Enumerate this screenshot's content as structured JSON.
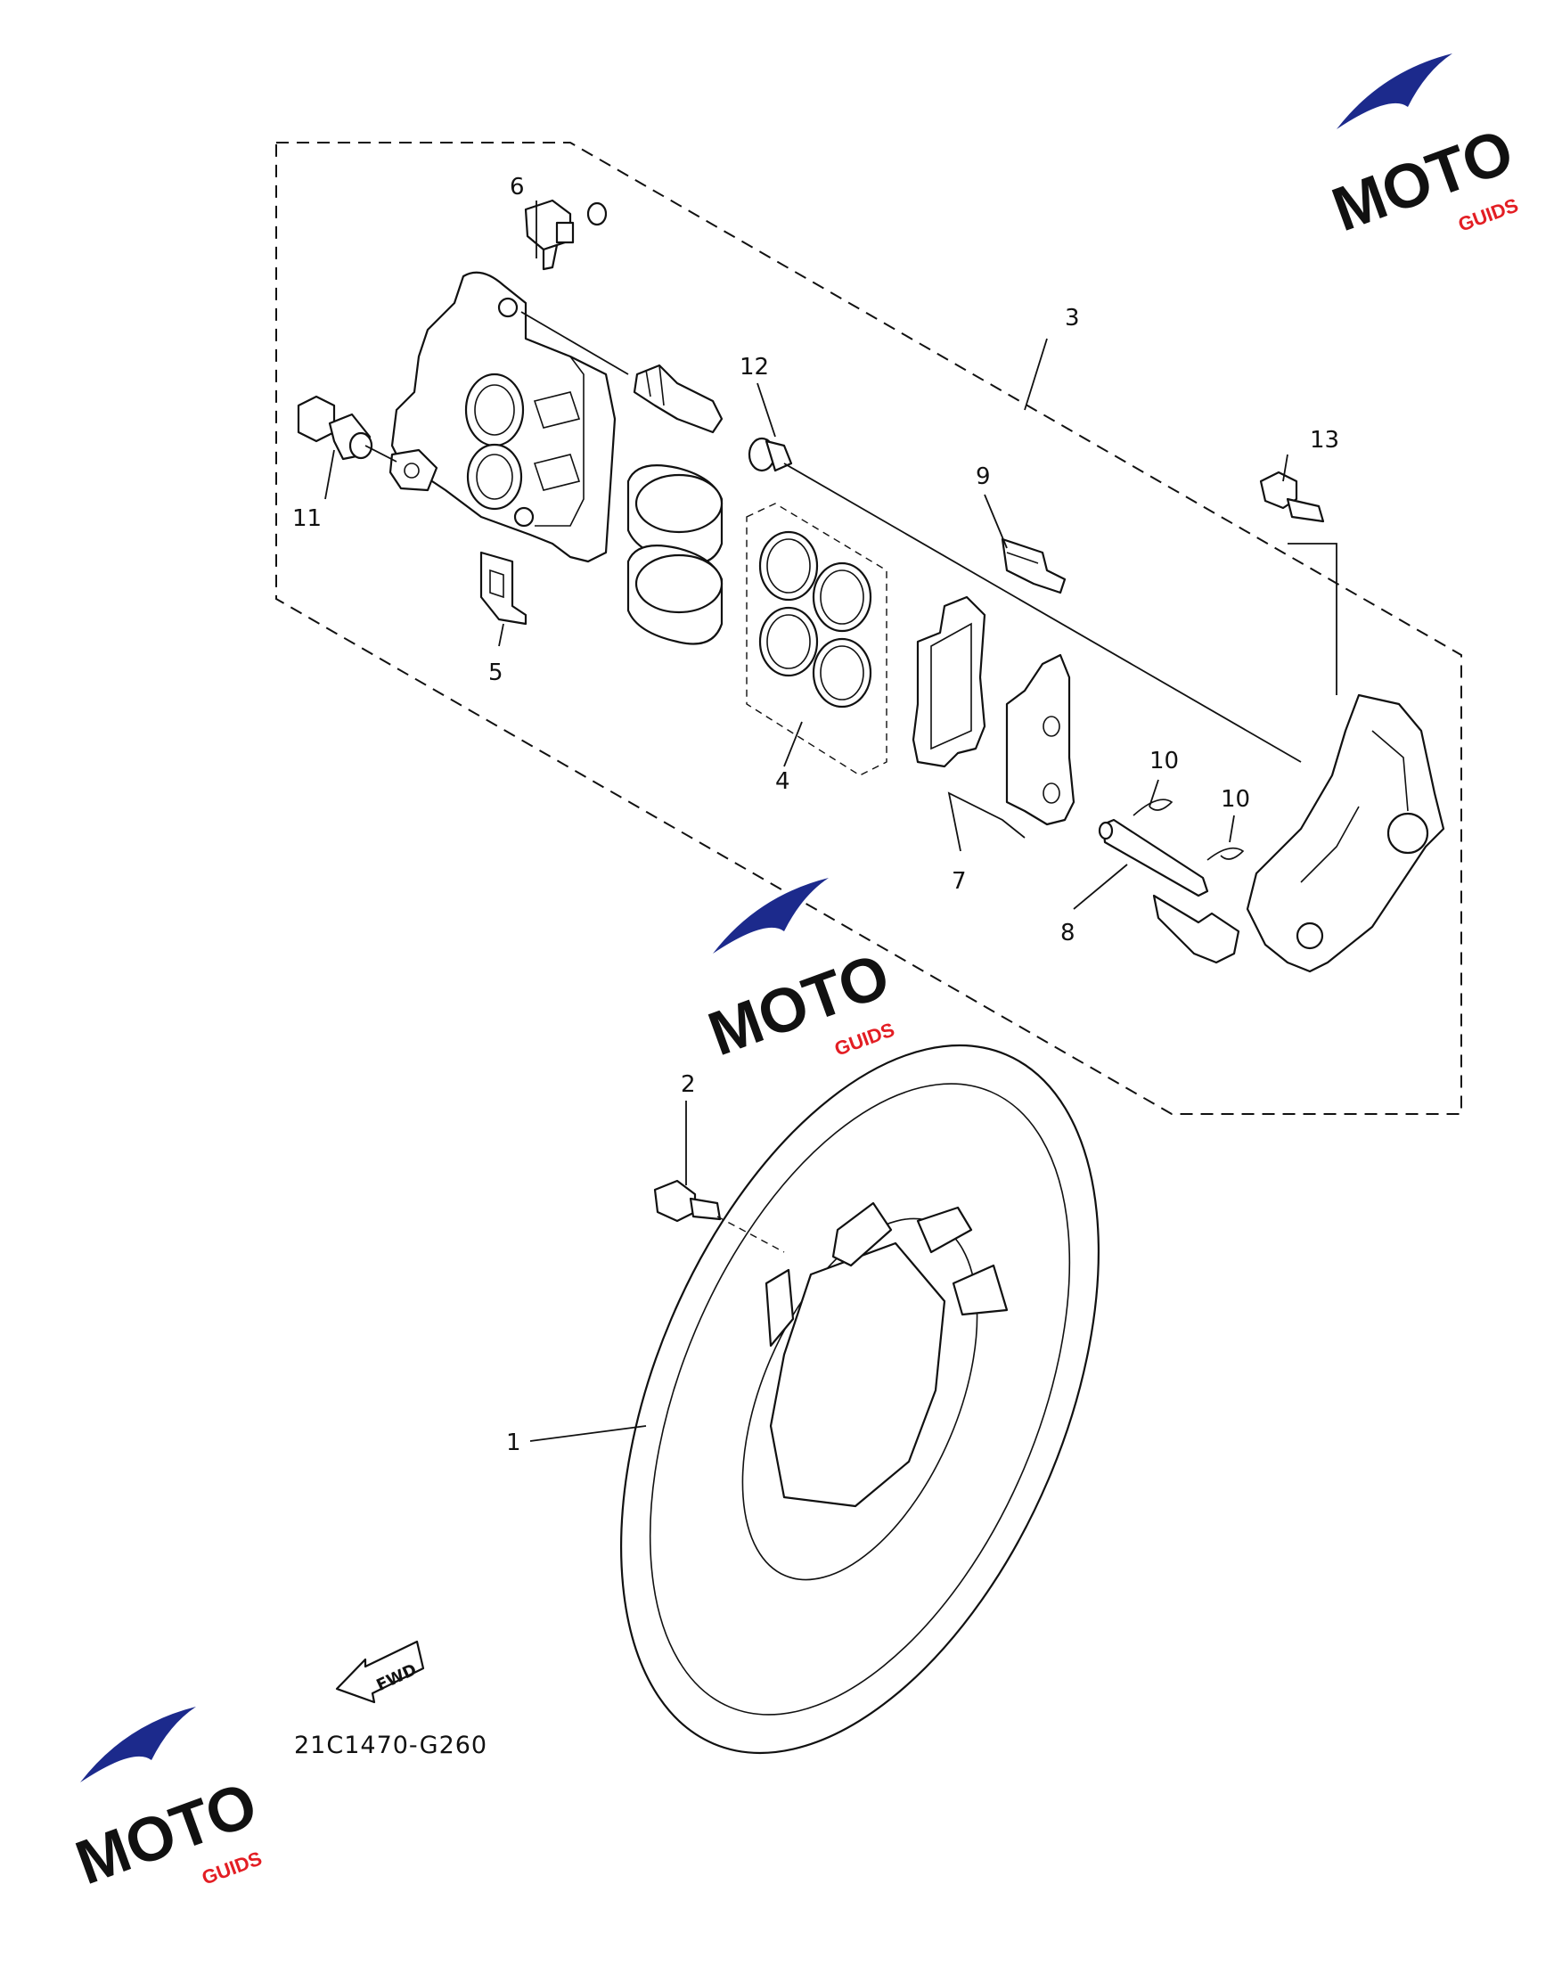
{
  "diagram": {
    "code": "21C1470-G260",
    "fwd_label": "FWD",
    "callouts": [
      {
        "id": "1",
        "label": "1"
      },
      {
        "id": "2",
        "label": "2"
      },
      {
        "id": "3",
        "label": "3"
      },
      {
        "id": "4",
        "label": "4"
      },
      {
        "id": "5",
        "label": "5"
      },
      {
        "id": "6",
        "label": "6"
      },
      {
        "id": "7",
        "label": "7"
      },
      {
        "id": "8",
        "label": "8"
      },
      {
        "id": "9",
        "label": "9"
      },
      {
        "id": "10a",
        "label": "10"
      },
      {
        "id": "10b",
        "label": "10"
      },
      {
        "id": "11",
        "label": "11"
      },
      {
        "id": "12",
        "label": "12"
      },
      {
        "id": "13",
        "label": "13"
      }
    ]
  },
  "watermark": {
    "brand_main": "MOTO",
    "brand_sub": "GUIDS",
    "colors": {
      "swoosh": "#1c2a8c",
      "red": "#e31e24",
      "black": "#111111"
    }
  }
}
